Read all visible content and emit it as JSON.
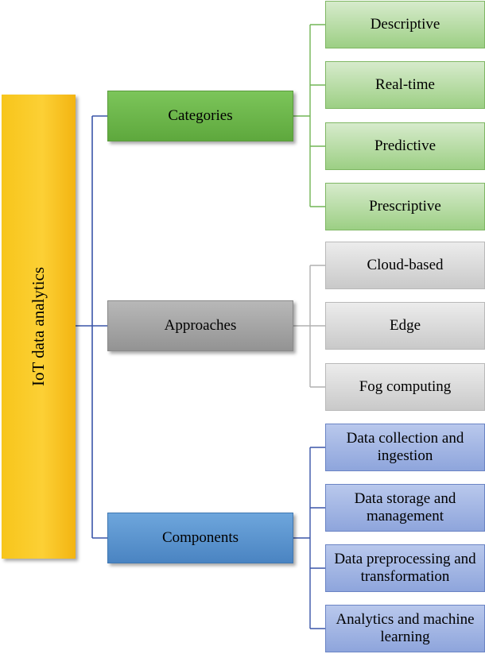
{
  "root": {
    "label": "IoT data analytics",
    "color": "#fcc82a"
  },
  "branches": [
    {
      "label": "Categories",
      "color": "#6ab84a",
      "children": [
        "Descriptive",
        "Real-time",
        "Predictive",
        "Prescriptive"
      ]
    },
    {
      "label": "Approaches",
      "color": "#a6a6a6",
      "children": [
        "Cloud-based",
        "Edge",
        "Fog computing"
      ]
    },
    {
      "label": "Components",
      "color": "#5b96d2",
      "children": [
        "Data collection and ingestion",
        "Data storage and management",
        "Data preprocessing and transformation",
        "Analytics and machine learning"
      ]
    }
  ],
  "connector_colors": {
    "main": "#3a55a8",
    "green": "#72b556",
    "gray": "#b0b0b0",
    "blue": "#3a55a8"
  }
}
